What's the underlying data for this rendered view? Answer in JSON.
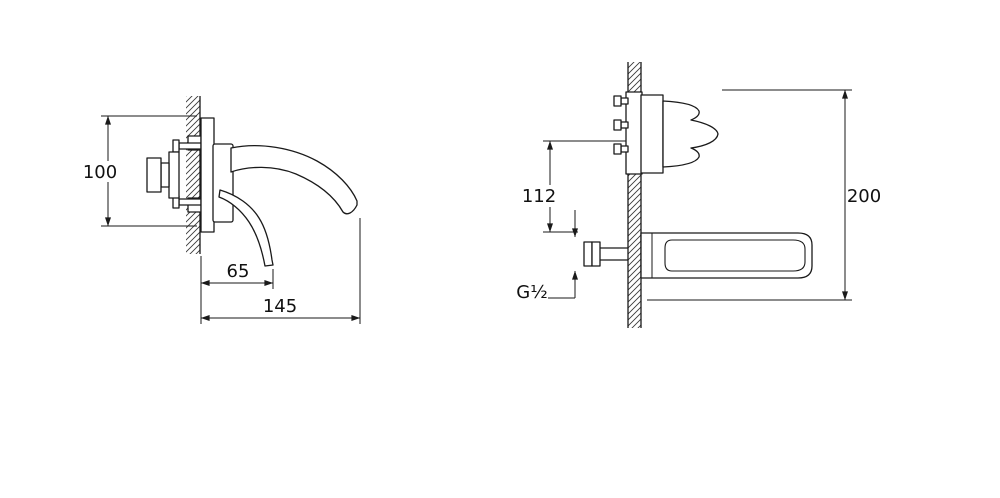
{
  "colors": {
    "line": "#1a1a1a",
    "background": "#ffffff"
  },
  "side_view": {
    "dims": {
      "plate_height": "100",
      "handle_projection": "65",
      "spout_projection": "145"
    }
  },
  "front_view": {
    "dims": {
      "valve_to_spout_offset": "112",
      "overall_height": "200"
    },
    "thread_label": "G½"
  }
}
